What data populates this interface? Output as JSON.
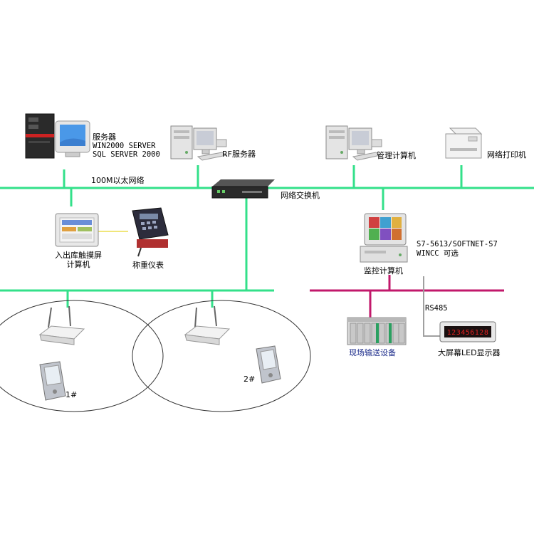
{
  "labels": {
    "server": "服务器",
    "server_os": "WIN2000 SERVER",
    "server_db": "SQL SERVER 2000",
    "rf_server": "RF服务器",
    "ethernet": "100M以太网络",
    "switch": "网络交换机",
    "mgmt_pc": "管理计算机",
    "net_printer": "网络打印机",
    "touch_pc_line1": "入出库触摸屏",
    "touch_pc_line2": "计算机",
    "scale": "称重仪表",
    "monitor_pc": "监控计算机",
    "plc_line1": "S7-5613/SOFTNET-S7",
    "plc_line2": "WINCC 可选",
    "rs485": "RS485",
    "field_equipment": "现场输送设备",
    "led_display": "大屏幕LED显示器",
    "led_digits": "123456128",
    "handheld1": "1#",
    "handheld2": "2#"
  },
  "colors": {
    "network_line": "#33e08a",
    "fieldbus_line": "#c2186b",
    "rs485_line": "#a0a0a0",
    "blue_text": "#1a2a8a"
  },
  "icons": [
    "server-icon",
    "monitor-icon",
    "pc-icon",
    "switch-icon",
    "printer-icon",
    "touchscreen-icon",
    "scale-terminal-icon",
    "plc-icon",
    "led-display-icon",
    "wireless-ap-icon",
    "pda-icon"
  ]
}
